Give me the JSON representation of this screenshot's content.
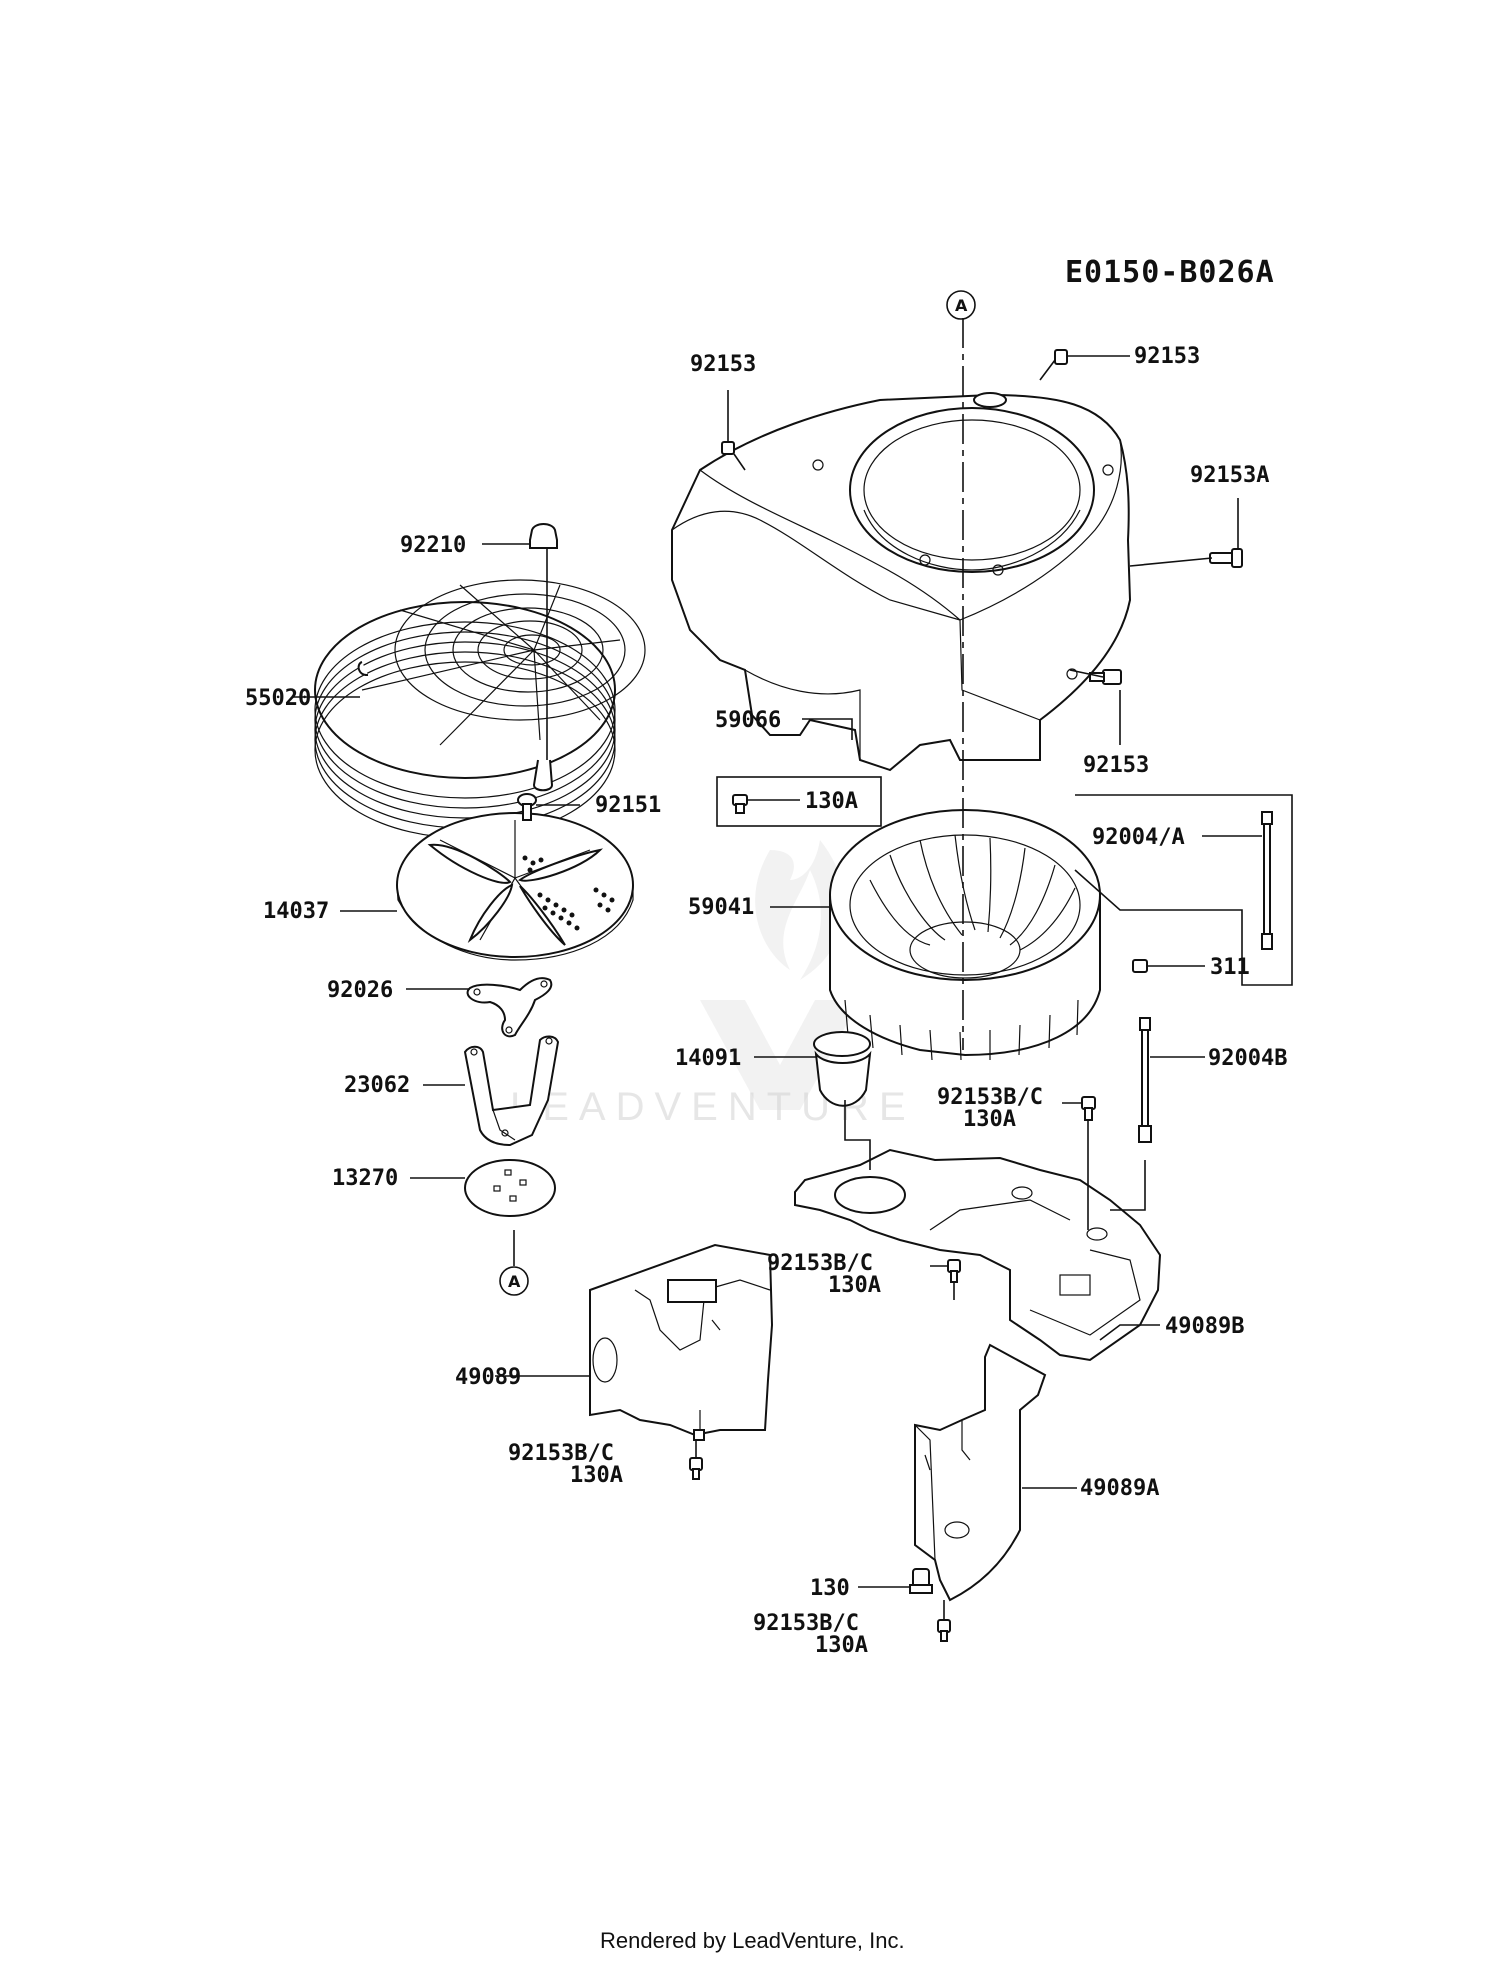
{
  "header": {
    "code": "E0150-B026A"
  },
  "footer": {
    "credit": "Rendered by LeadVenture, Inc."
  },
  "watermark": {
    "text": "LEADVENTURE"
  },
  "ref_mark": "A",
  "labels": {
    "p92153_top": "92153",
    "p92153_topright": "92153",
    "p92153a": "92153A",
    "p92210": "92210",
    "p55020": "55020",
    "p59066": "59066",
    "p92153_right": "92153",
    "p130a_box": "130A",
    "p92151": "92151",
    "p92004a": "92004/A",
    "p14037": "14037",
    "p59041": "59041",
    "p92026": "92026",
    "p311": "311",
    "p14091": "14091",
    "p92004b": "92004B",
    "p92153bc_1": "92153B/C",
    "p130a_1": "130A",
    "p23062": "23062",
    "p13270": "13270",
    "p92153bc_2": "92153B/C",
    "p130a_2": "130A",
    "p49089b": "49089B",
    "p49089": "49089",
    "p92153bc_3": "92153B/C",
    "p130a_3": "130A",
    "p49089a": "49089A",
    "p130": "130",
    "p92153bc_4": "92153B/C",
    "p130a_4": "130A"
  }
}
